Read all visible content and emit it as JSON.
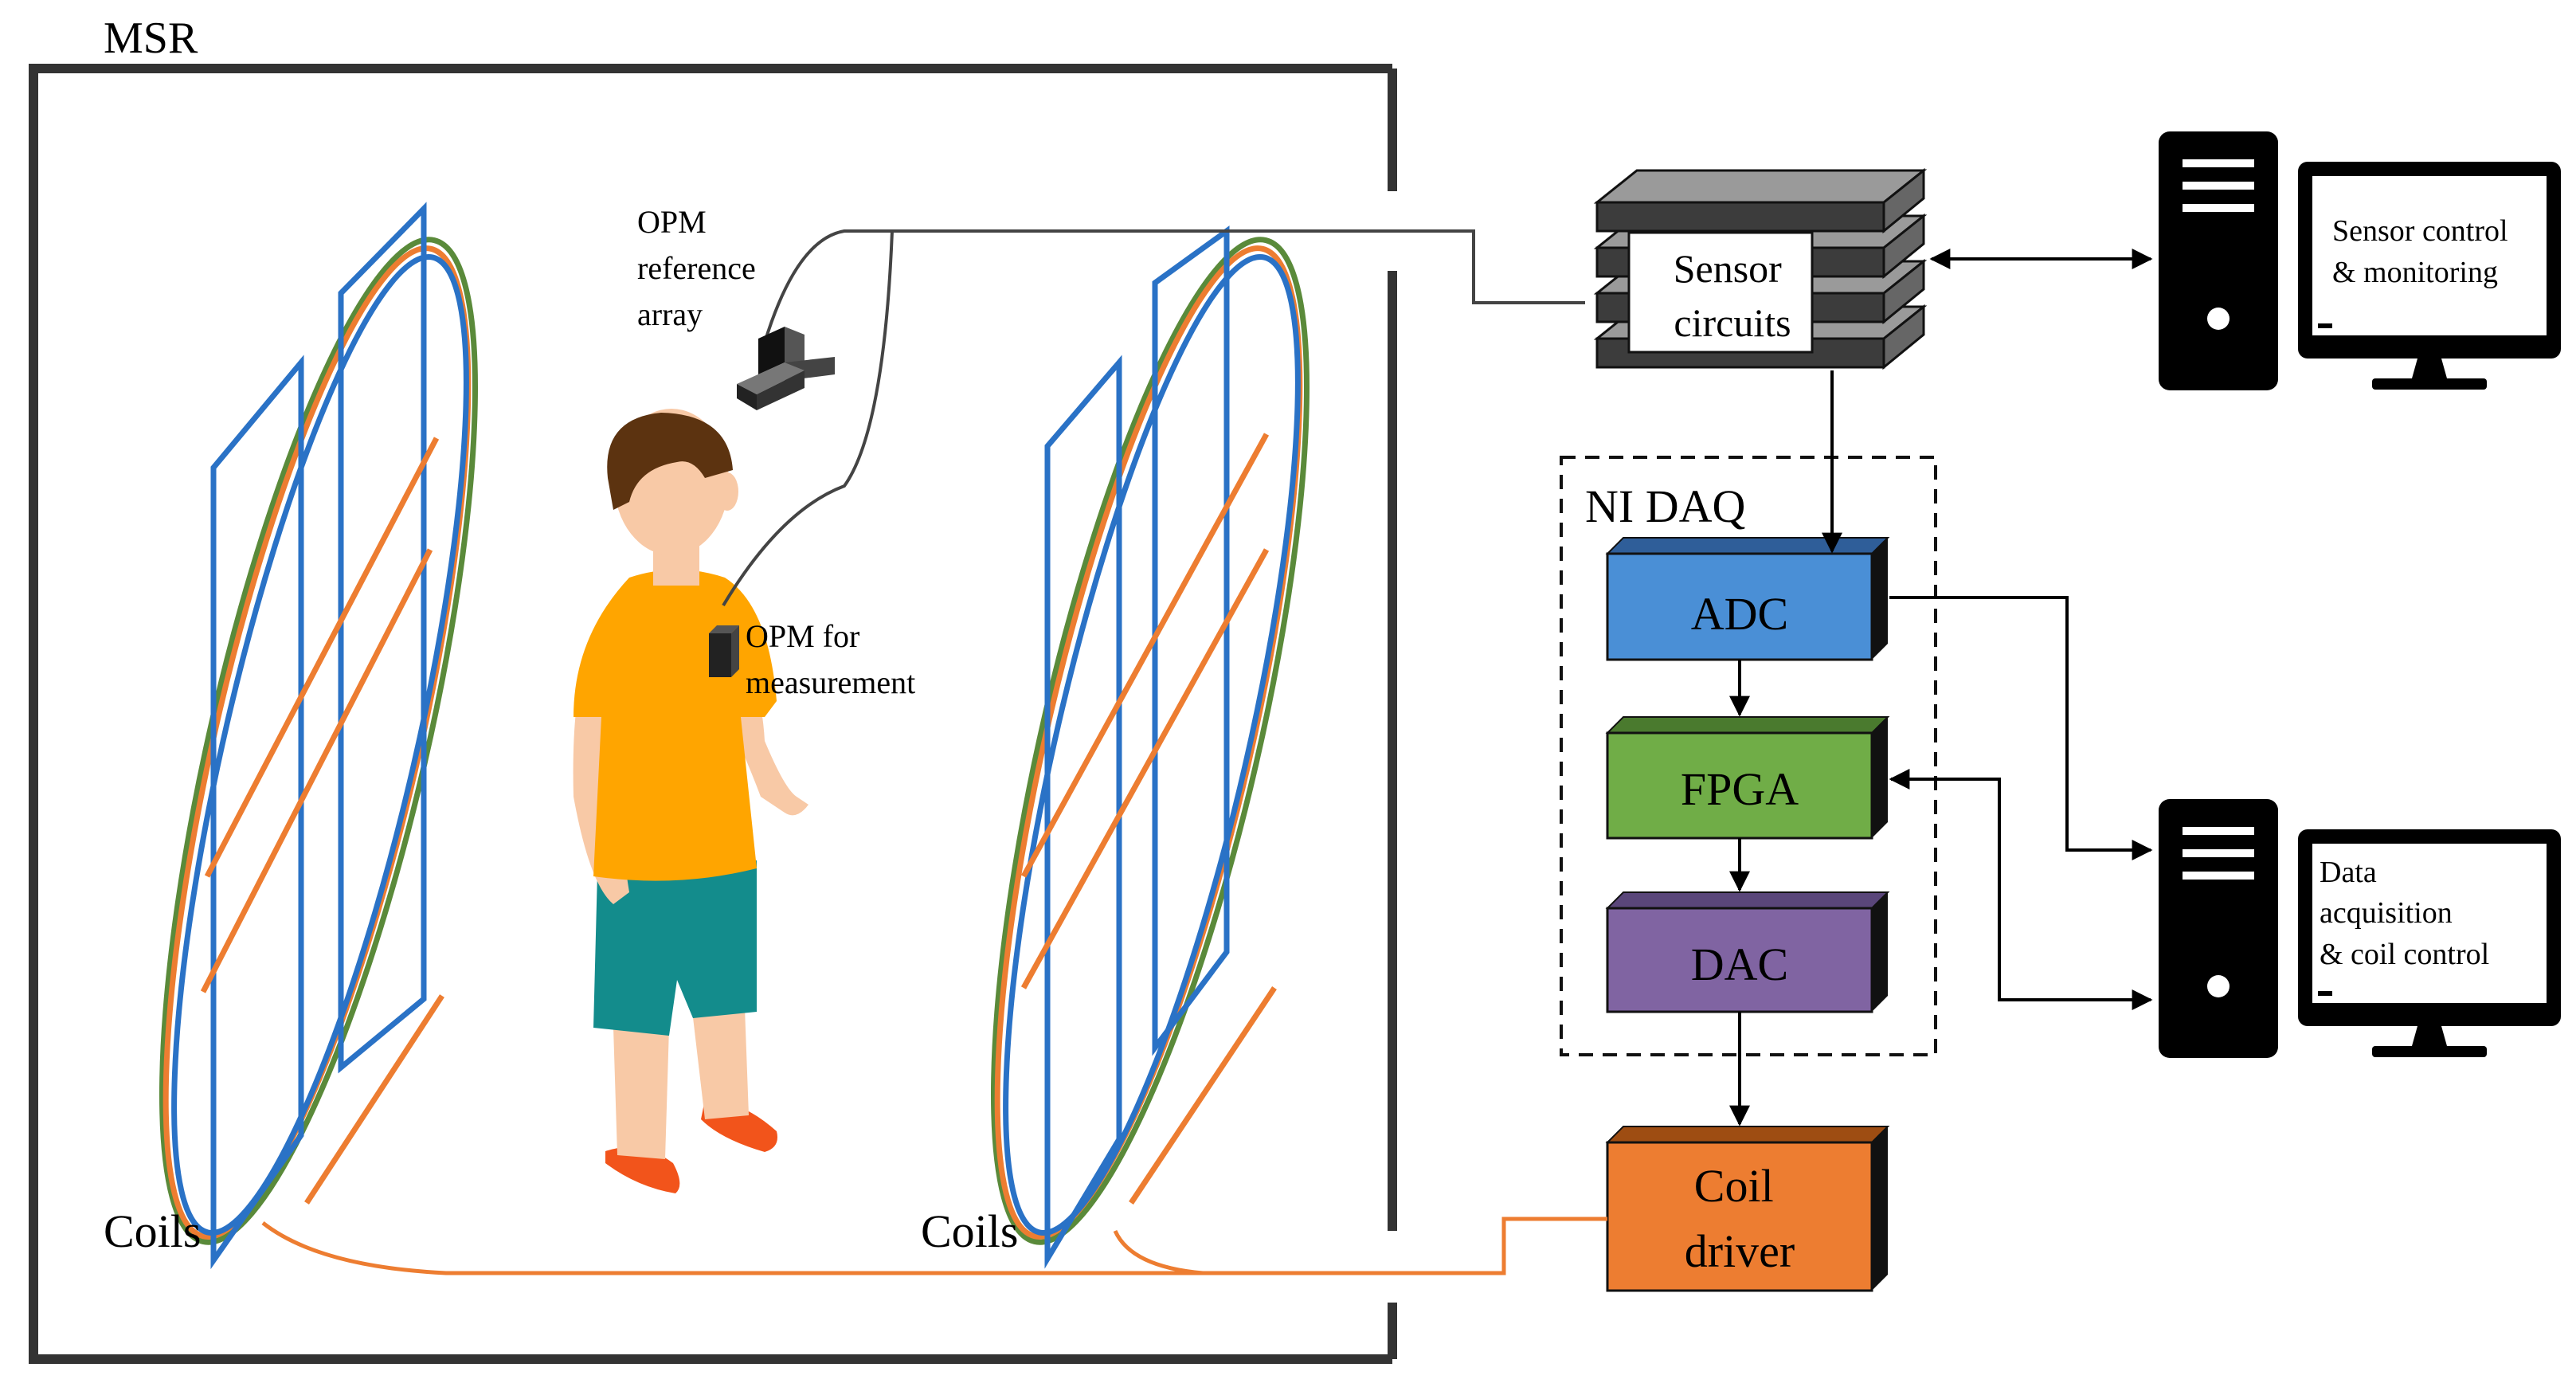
{
  "labels": {
    "room": "MSR",
    "coils_left": "Coils",
    "coils_right": "Coils",
    "opm_reference": [
      "OPM",
      "reference",
      "array"
    ],
    "opm_measurement": [
      "OPM for",
      "measurement"
    ],
    "sensor_circuits": [
      "Sensor",
      "circuits"
    ],
    "daq": "NI DAQ",
    "adc": "ADC",
    "fpga": "FPGA",
    "dac": "DAC",
    "coil_driver": [
      "Coil",
      "driver"
    ],
    "computer_top_screen": [
      "Sensor control",
      "& monitoring"
    ],
    "computer_bottom_screen": [
      "Data",
      "acquisition",
      "& coil control"
    ]
  },
  "colors": {
    "adc": "#4a8fd6",
    "fpga": "#70ad47",
    "dac": "#8064a2",
    "coil_driver": "#ed7d31",
    "coil_blue": "#2a72c6",
    "coil_orange": "#ed7d31",
    "coil_green": "#5a8a3a",
    "shirt": "#ffa500",
    "shorts": "#138c8c",
    "hair": "#5c3310",
    "skin": "#f8c9a6",
    "shoes": "#f2541b"
  },
  "icons": {
    "computer_top": "desktop-computer-icon",
    "computer_bottom": "desktop-computer-icon",
    "sensor_stack": "stacked-boards-icon",
    "person": "person-icon"
  }
}
